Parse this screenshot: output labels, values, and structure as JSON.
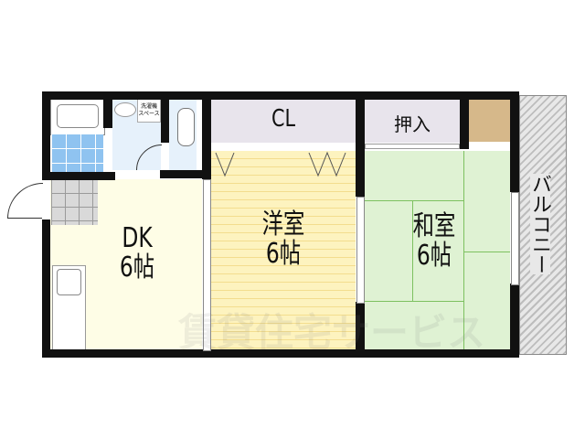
{
  "floorplan": {
    "rooms": {
      "dk": {
        "name": "DK",
        "size": "6帖"
      },
      "western": {
        "name": "洋室",
        "size": "6帖"
      },
      "japanese": {
        "name": "和室",
        "size": "6帖"
      }
    },
    "closets": {
      "cl": "CL",
      "oshiire": "押入"
    },
    "laundry": {
      "line1": "洗濯機",
      "line2": "スペース"
    },
    "balcony": "バルコニー",
    "watermark": "賃貸住宅サービス",
    "colors": {
      "wall": "#111111",
      "dk_floor": "#fefde6",
      "western_floor": "#fdf3bf",
      "tatami": "#dff2d3",
      "tatami_line": "#7dc160",
      "closet": "#e8e4ec",
      "bath_tile": "#8fc3f0",
      "washroom": "#e6f1fb",
      "storage_brown": "#d6b88a"
    }
  }
}
